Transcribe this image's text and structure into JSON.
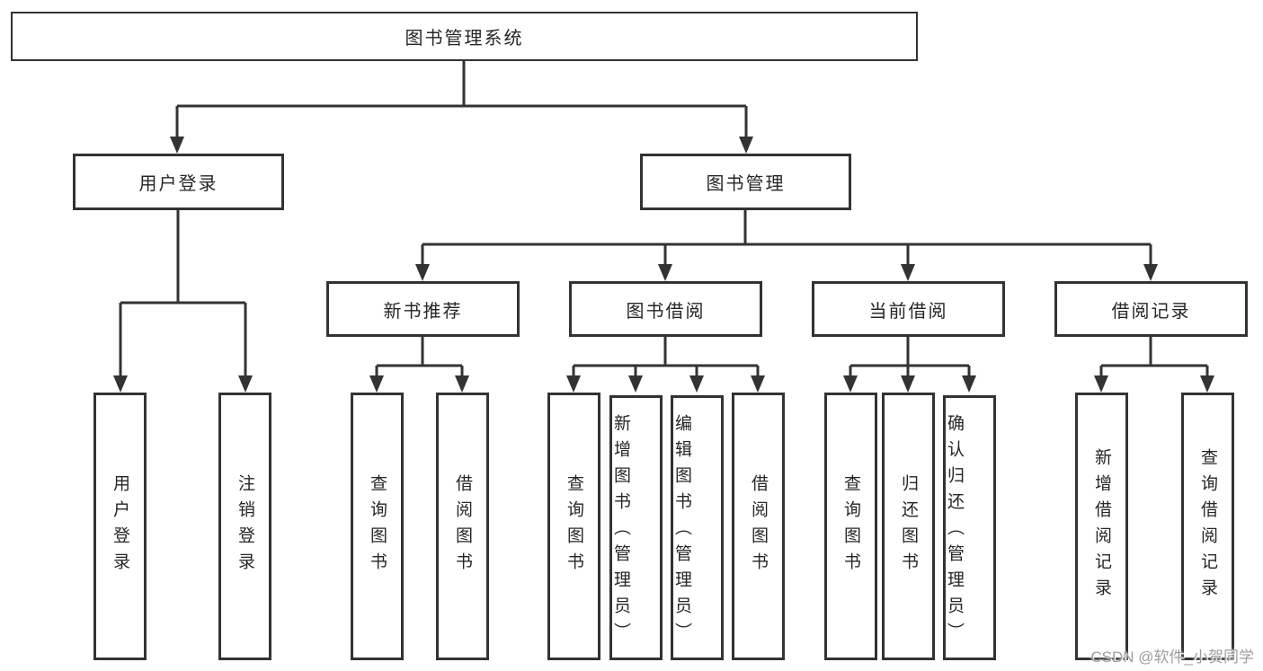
{
  "diagram": {
    "type": "function-structure-tree",
    "tree": {
      "label": "图书管理系统",
      "children": [
        {
          "label": "用户登录",
          "children": [
            {
              "label": "用户登录"
            },
            {
              "label": "注销登录"
            }
          ]
        },
        {
          "label": "图书管理",
          "children": [
            {
              "label": "新书推荐",
              "children": [
                {
                  "label": "查询图书"
                },
                {
                  "label": "借阅图书"
                }
              ]
            },
            {
              "label": "图书借阅",
              "children": [
                {
                  "label": "查询图书"
                },
                {
                  "label": "新增图书（管理员）"
                },
                {
                  "label": "编辑图书（管理员）"
                },
                {
                  "label": "借阅图书"
                }
              ]
            },
            {
              "label": "当前借阅",
              "children": [
                {
                  "label": "查询图书"
                },
                {
                  "label": "归还图书"
                },
                {
                  "label": "确认归还（管理员）"
                }
              ]
            },
            {
              "label": "借阅记录",
              "children": [
                {
                  "label": "新增借阅记录"
                },
                {
                  "label": "查询借阅记录"
                }
              ]
            }
          ]
        }
      ]
    }
  },
  "watermark": {
    "text": "CSDN @软件_小贺同学"
  },
  "colors": {
    "line": "#333333",
    "text": "#262626",
    "watermark": "#9e9e9e",
    "background": "#ffffff"
  }
}
